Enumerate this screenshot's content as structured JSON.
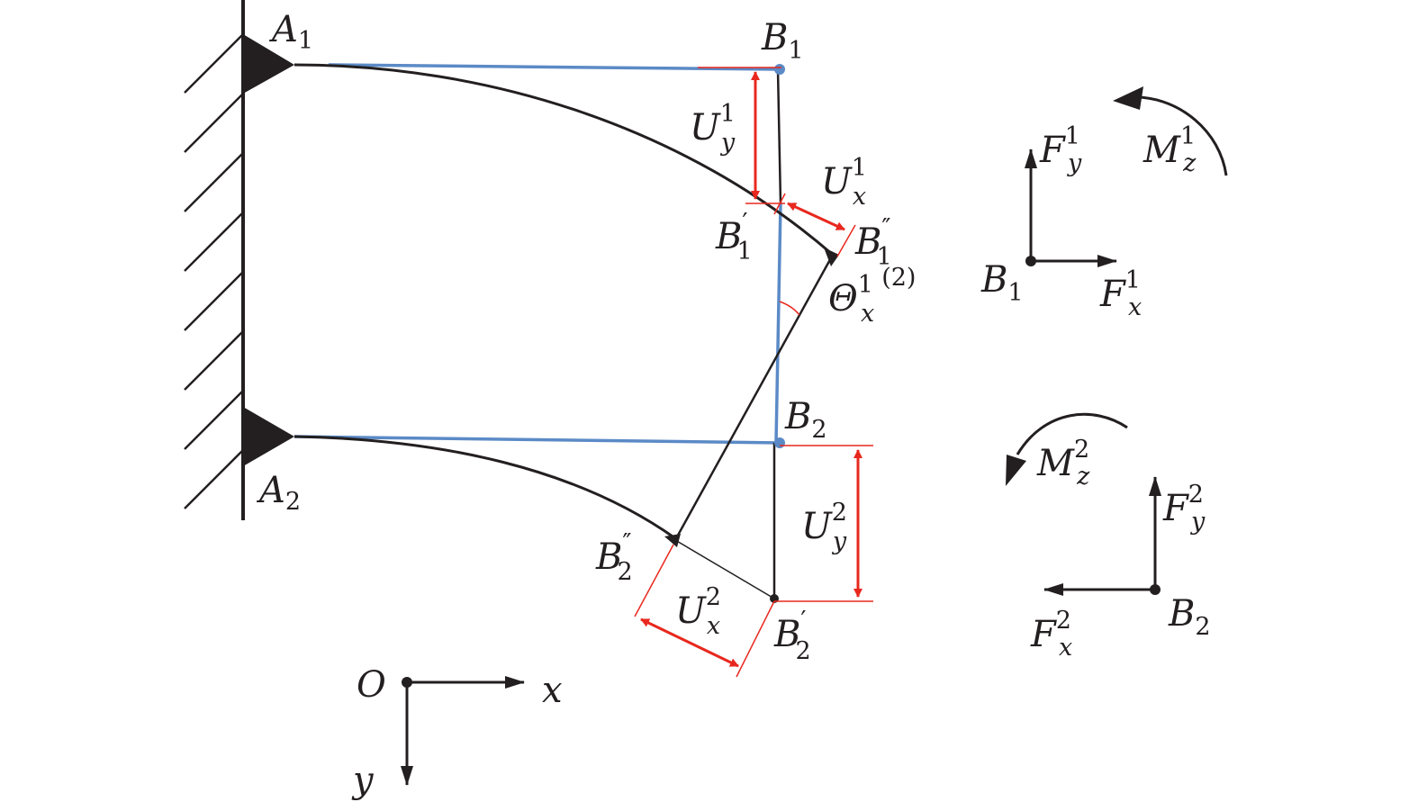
{
  "labels": {
    "A1": {
      "main": "A",
      "sub": "1"
    },
    "A2": {
      "main": "A",
      "sub": "2"
    },
    "B1": {
      "main": "B",
      "sub": "1"
    },
    "B2": {
      "main": "B",
      "sub": "2"
    },
    "B1p": {
      "main": "B",
      "sub": "1",
      "prime": "′"
    },
    "B1pp": {
      "main": "B",
      "sub": "1",
      "prime": "″"
    },
    "B2p": {
      "main": "B",
      "sub": "2",
      "prime": "′"
    },
    "B2pp": {
      "main": "B",
      "sub": "2",
      "prime": "″"
    },
    "Uy1": {
      "main": "U",
      "sub": "y",
      "sup": "1"
    },
    "Ux1": {
      "main": "U",
      "sub": "x",
      "sup": "1"
    },
    "Uy2": {
      "main": "U",
      "sub": "y",
      "sup": "2"
    },
    "Ux2": {
      "main": "U",
      "sub": "x",
      "sup": "2"
    },
    "Theta": {
      "main": "Θ",
      "sub": "x",
      "sup": "1",
      "extra": "(2)"
    },
    "Fy1": {
      "main": "F",
      "sub": "y",
      "sup": "1"
    },
    "Fx1": {
      "main": "F",
      "sub": "x",
      "sup": "1"
    },
    "Mz1": {
      "main": "M",
      "sub": "z",
      "sup": "1"
    },
    "Fy2": {
      "main": "F",
      "sub": "y",
      "sup": "2"
    },
    "Fx2": {
      "main": "F",
      "sub": "x",
      "sup": "2"
    },
    "Mz2": {
      "main": "M",
      "sub": "z",
      "sup": "2"
    },
    "FB1": {
      "main": "B",
      "sub": "1"
    },
    "FB2": {
      "main": "B",
      "sub": "2"
    },
    "O": {
      "main": "O"
    },
    "x": {
      "main": "x"
    },
    "y": {
      "main": "y"
    }
  },
  "colors": {
    "ink": "#231f20",
    "undeformed": "#5b8ac6",
    "dimension": "#e8281e"
  }
}
